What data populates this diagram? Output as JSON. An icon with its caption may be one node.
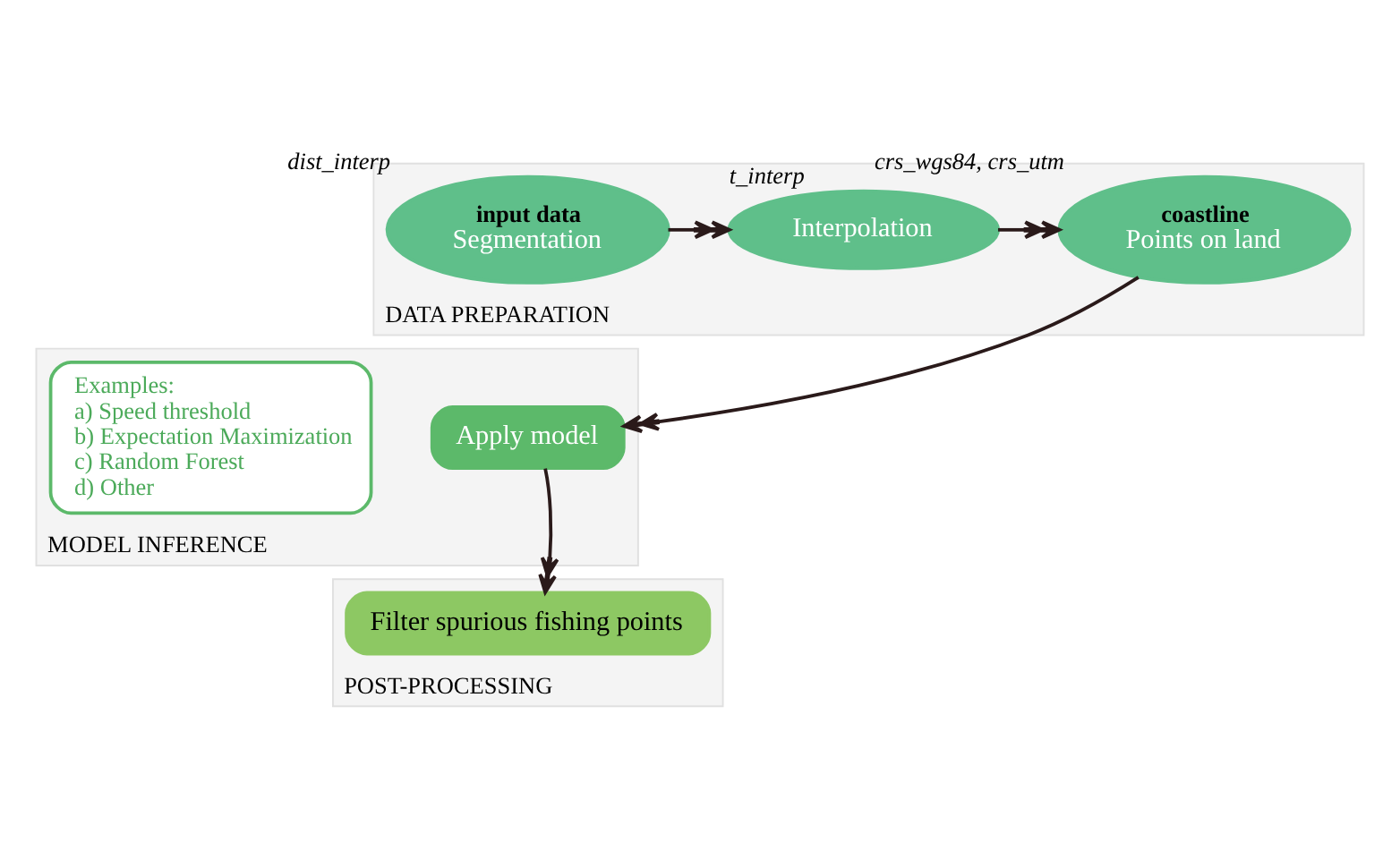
{
  "diagram": {
    "nodes": [
      {
        "text": [
          "DATA PREPARATION"
        ]
      },
      {
        "text": [
          "input data",
          "Segmentation"
        ],
        "beside": [
          "dist_interp"
        ],
        "in": 0
      },
      {
        "text": [
          "Interpolation"
        ],
        "beside": [
          "t_interp"
        ],
        "in": 0
      },
      {
        "text": [
          "coastline",
          "Points on land"
        ],
        "beside": [
          "crs_wgs84, crs_utm"
        ],
        "in": 0
      },
      {
        "text": [
          "MODEL INFERENCE"
        ]
      },
      {
        "text": [
          "Apply model"
        ],
        "in": 4
      },
      {
        "text": [
          "Examples:",
          "a) Speed threshold",
          "b) Expectation Maximization",
          "c) Random Forest",
          "d) Other"
        ],
        "in": 4
      },
      {
        "text": [
          "POST-PROCESSING"
        ]
      },
      {
        "text": [
          "Filter spurious fishing points"
        ],
        "in": 7
      }
    ],
    "edges": [
      {
        "from": 1,
        "to": 2,
        "arrow": "to"
      },
      {
        "from": 2,
        "to": 3,
        "arrow": "to"
      },
      {
        "from": 3,
        "to": 5,
        "arrow": "to"
      },
      {
        "from": 5,
        "to": 8,
        "arrow": "to"
      }
    ]
  }
}
